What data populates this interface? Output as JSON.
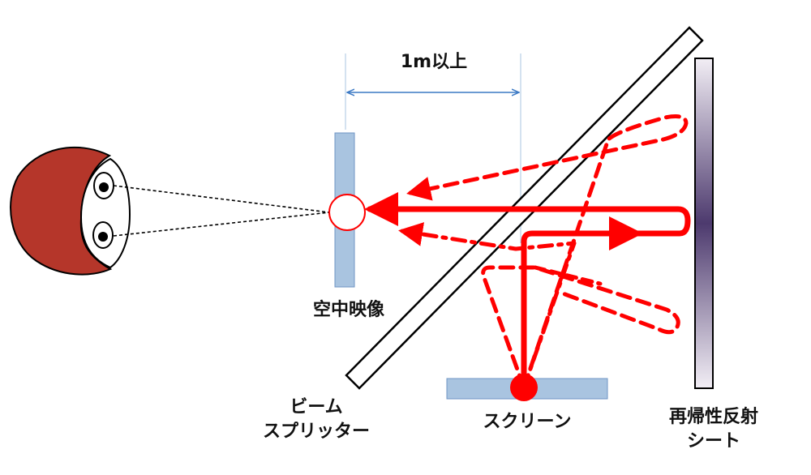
{
  "labels": {
    "distance": "1m以上",
    "aerial_image": "空中映像",
    "beam_splitter_line1": "ビーム",
    "beam_splitter_line2": "スプリッター",
    "screen": "スクリーン",
    "retro_sheet_line1": "再帰性反射",
    "retro_sheet_line2": "シート"
  },
  "colors": {
    "ray": "#ff0000",
    "panel_fill": "#a9c4e0",
    "panel_stroke": "#6f95c4",
    "hair": "#b5362a",
    "dimension": "#3a78c4",
    "sheet_dark": "#4d3a6e",
    "sheet_light": "#f2eef5"
  }
}
